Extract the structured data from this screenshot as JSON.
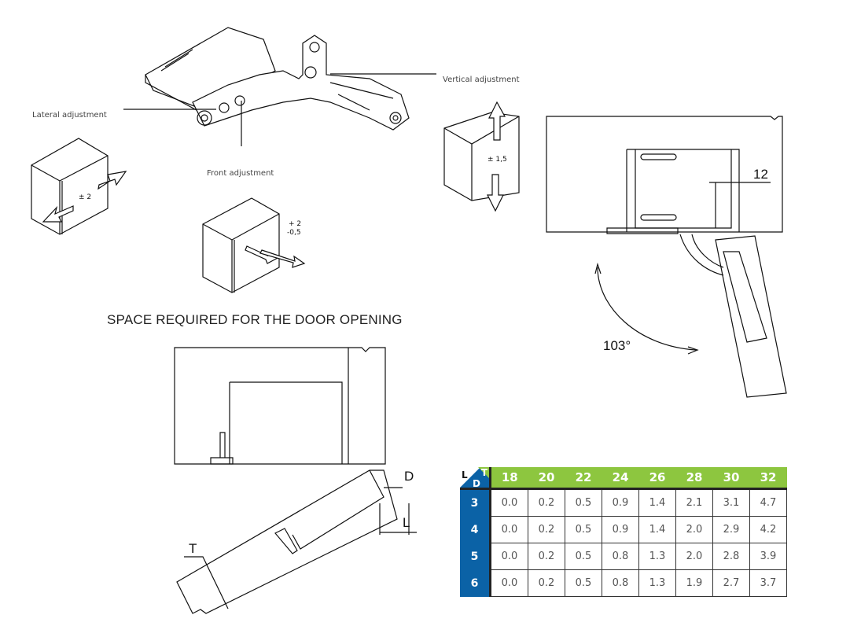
{
  "labels": {
    "lateral": "Lateral adjustment",
    "front": "Front adjustment",
    "vertical": "Vertical adjustment",
    "lateral_value": "± 2",
    "front_value_plus": "+ 2",
    "front_value_minus": "-0,5",
    "vertical_value": "± 1,5",
    "dim_12": "12",
    "angle": "103°",
    "section_title": "SPACE REQUIRED FOR THE DOOR OPENING",
    "dim_D": "D",
    "dim_L": "L",
    "dim_T": "T"
  },
  "table": {
    "corner": {
      "L": "L",
      "T": "T",
      "D": "D"
    },
    "columns": [
      "18",
      "20",
      "22",
      "24",
      "26",
      "28",
      "30",
      "32"
    ],
    "rows": [
      {
        "d": "3",
        "values": [
          "0.0",
          "0.2",
          "0.5",
          "0.9",
          "1.4",
          "2.1",
          "3.1",
          "4.7"
        ]
      },
      {
        "d": "4",
        "values": [
          "0.0",
          "0.2",
          "0.5",
          "0.9",
          "1.4",
          "2.0",
          "2.9",
          "4.2"
        ]
      },
      {
        "d": "5",
        "values": [
          "0.0",
          "0.2",
          "0.5",
          "0.8",
          "1.3",
          "2.0",
          "2.8",
          "3.9"
        ]
      },
      {
        "d": "6",
        "values": [
          "0.0",
          "0.2",
          "0.5",
          "0.8",
          "1.3",
          "1.9",
          "2.7",
          "3.7"
        ]
      }
    ],
    "colors": {
      "header": "#8dc63f",
      "row_header": "#0b62a6"
    }
  }
}
